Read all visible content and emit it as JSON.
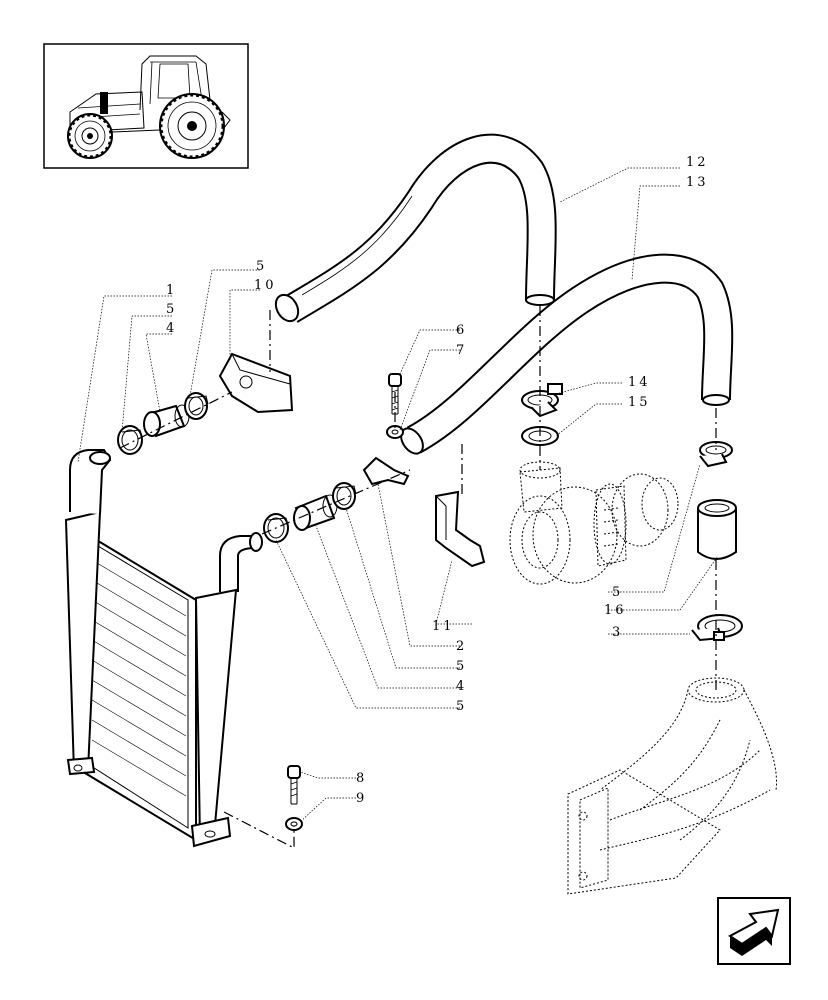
{
  "callouts": {
    "c1": "1",
    "c5a": "5",
    "c4a": "4",
    "c5b": "5",
    "c10": "10",
    "c6": "6",
    "c7": "7",
    "c12": "12",
    "c13": "13",
    "c14": "14",
    "c15": "15",
    "c11": "11",
    "c2": "2",
    "c5c": "5",
    "c4b": "4",
    "c5d": "5",
    "c5e": "5",
    "c16": "16",
    "c3": "3",
    "c8": "8",
    "c9": "9"
  },
  "icons": {
    "thumbnail": "tractor-locator-icon",
    "nav": "next-page-arrow-icon"
  }
}
